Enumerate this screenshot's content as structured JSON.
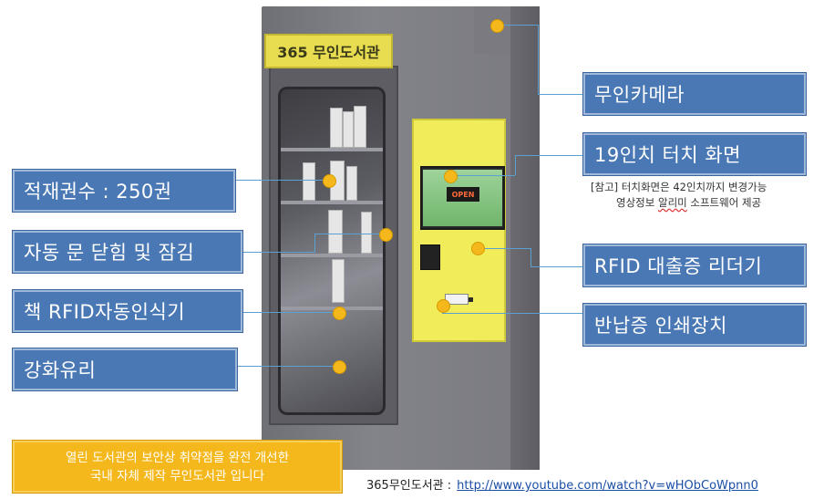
{
  "machine": {
    "nameplate": "365 무인도서관",
    "screen_logo": "OPEN"
  },
  "callouts": {
    "camera": "무인카메라",
    "touch_screen": "19인치 터치 화면",
    "rfid_reader": "RFID 대출증 리더기",
    "receipt_printer": "반납증 인쇄장치",
    "capacity": "적재권수 : 250권",
    "auto_door": "자동 문 닫힘 및 잠김",
    "rfid_book": "책 RFID자동인식기",
    "glass": "강화유리"
  },
  "note": {
    "line1": "[참고] 터치화면은 42인치까지 변경가능",
    "line2_pre": "영상정보 ",
    "line2_underlined": "알리미",
    "line2_post": " 소프트웨어 제공"
  },
  "banner": {
    "line1": "열린 도서관의 보안상 취약점을 완전 개선한",
    "line2": "국내 자체 제작 무인도서관 입니다"
  },
  "source": {
    "label": "365무인도서관 :",
    "link": "http://www.youtube.com/watch?v=wHObCoWpnn0"
  },
  "colors": {
    "callout_blue": "#4a78b5",
    "accent_yellow": "#f4b81c",
    "panel_yellow": "#f0ec5a",
    "cabinet_gray": "#7a7a80"
  }
}
